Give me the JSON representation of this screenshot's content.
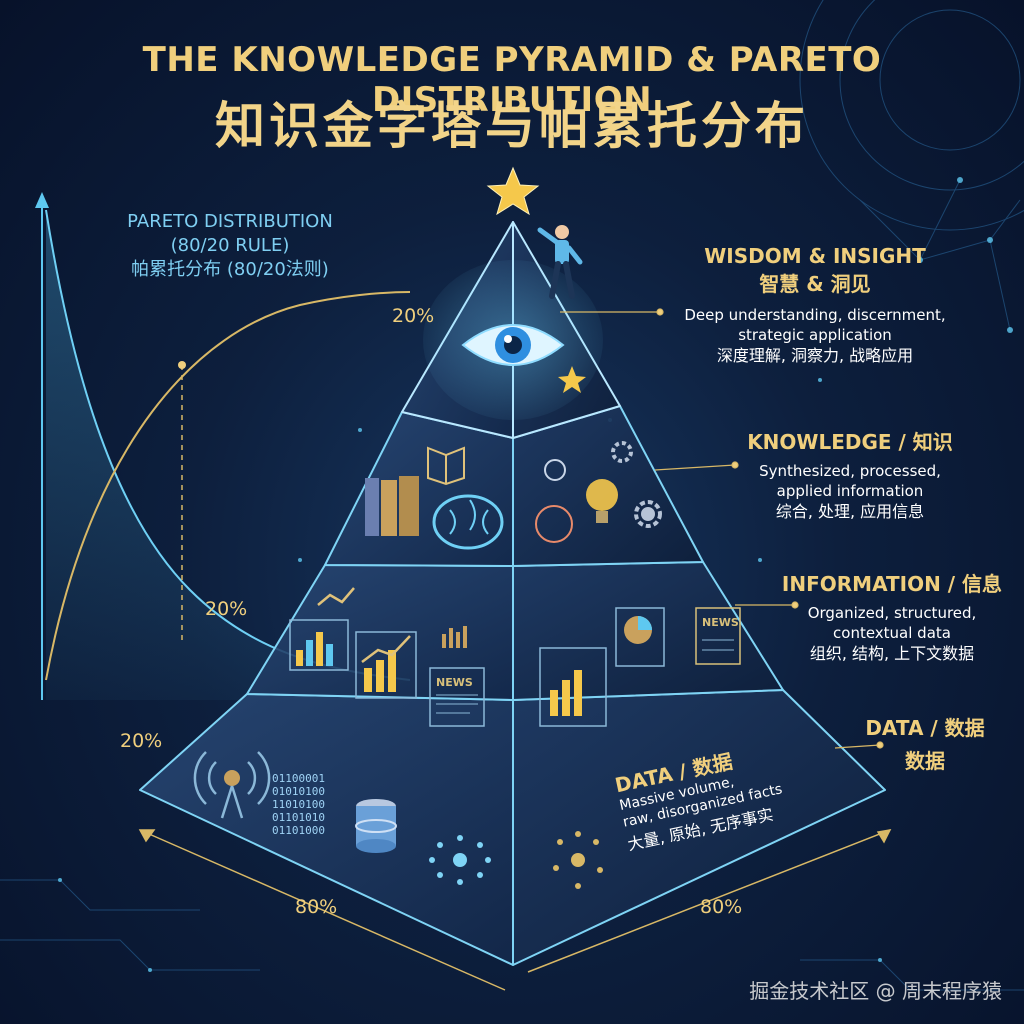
{
  "header": {
    "title_en": "THE KNOWLEDGE PYRAMID & PARETO DISTRIBUTION",
    "title_zh": "知识金字塔与帕累托分布"
  },
  "pareto": {
    "line1": "PARETO DISTRIBUTION",
    "line2": "(80/20 RULE)",
    "line3": "帕累托分布 (80/20法则)"
  },
  "percentages": {
    "top": "20%",
    "mid": "20%",
    "low": "20%",
    "base_left": "80%",
    "base_right": "80%"
  },
  "tiers": {
    "wisdom": {
      "title": "WISDOM & INSIGHT",
      "title_zh": "智慧 & 洞见",
      "desc_line1": "Deep understanding, discernment,",
      "desc_line2": "strategic application",
      "desc_zh": "深度理解, 洞察力, 战略应用"
    },
    "knowledge": {
      "title": "KNOWLEDGE / 知识",
      "desc_line1": "Synthesized, processed,",
      "desc_line2": "applied information",
      "desc_zh": "综合, 处理, 应用信息"
    },
    "information": {
      "title": "INFORMATION / 信息",
      "desc_line1": "Organized, structured,",
      "desc_line2": "contextual data",
      "desc_zh": "组织, 结构, 上下文数据"
    },
    "data": {
      "title": "DATA / 数据",
      "title_zh": "数据"
    }
  },
  "data_face": {
    "title": "DATA / 数据",
    "desc_line1": "Massive volume,",
    "desc_line2": "raw, disorganized facts",
    "desc_zh": "大量, 原始, 无序事实"
  },
  "binary": [
    "01100001",
    "01010100",
    "11010100",
    "01101010",
    "01101000"
  ],
  "news_label": "NEWS",
  "watermark": "掘金技术社区 @ 周末程序猿",
  "icons": [
    "star-icon",
    "person-climbing-icon",
    "eye-icon",
    "books-icon",
    "brain-icon",
    "lightbulb-icon",
    "gear-icon",
    "bar-chart-icon",
    "line-chart-icon",
    "pie-chart-icon",
    "newspaper-icon",
    "antenna-icon",
    "database-icon",
    "dots-cluster-icon"
  ],
  "colors": {
    "gold": "#f0cf7d",
    "cyan": "#5ec8f0",
    "background": "#0d1f3d"
  }
}
